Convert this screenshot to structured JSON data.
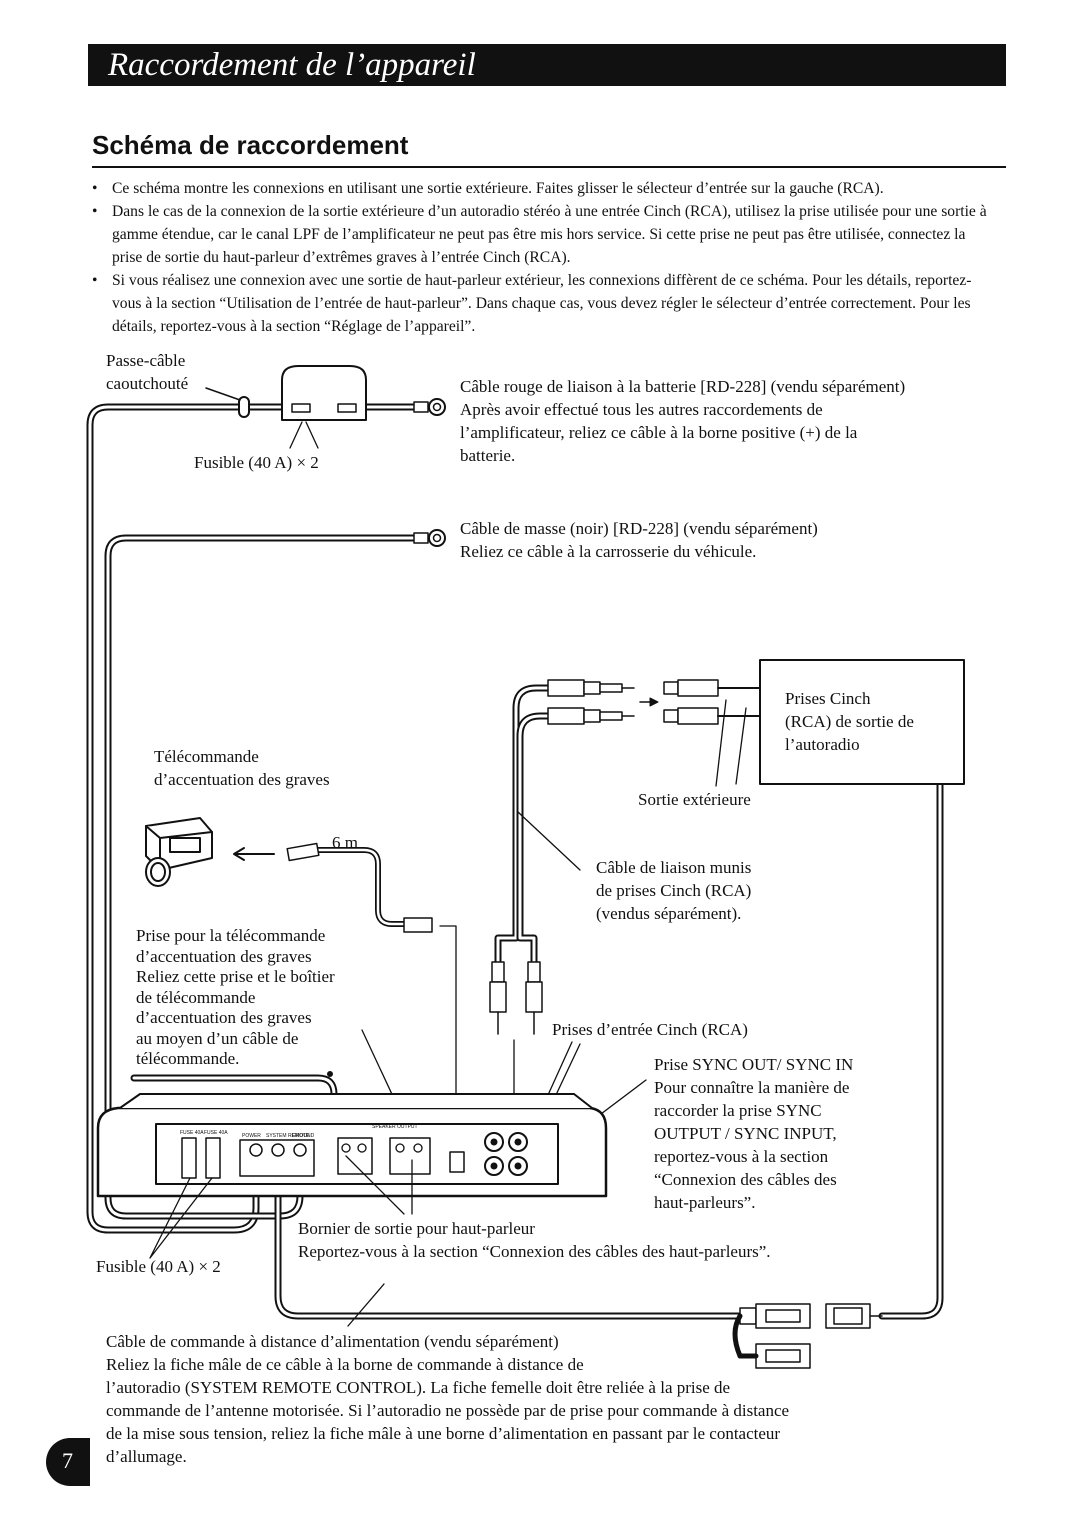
{
  "header": {
    "title": "Raccordement de l’appareil"
  },
  "section": {
    "title": "Schéma de raccordement"
  },
  "bullets": [
    "Ce schéma montre les connexions en utilisant une sortie extérieure. Faites glisser le sélecteur d’entrée sur la gauche (RCA).",
    "Dans le cas de la connexion de la sortie extérieure d’un autoradio stéréo à une entrée Cinch (RCA), utilisez la prise utilisée pour une sortie à gamme étendue, car le canal LPF de l’amplificateur ne peut pas être mis hors service. Si cette prise ne peut pas être utilisée, connectez la prise de sortie du haut-parleur d’extrêmes graves à l’entrée Cinch (RCA).",
    "Si vous réalisez une connexion avec une sortie de haut-parleur extérieur, les connexions diffèrent de ce schéma. Pour les détails, reportez-vous à la section “Utilisation de l’entrée de haut-parleur”. Dans chaque cas, vous devez régler le sélecteur d’entrée correctement. Pour les détails, reportez-vous à la section “Réglage de l’appareil”."
  ],
  "labels": {
    "grommet": [
      "Passe-câble",
      "caoutchouté"
    ],
    "fuse_top": "Fusible (40 A) × 2",
    "battery_cable": [
      "Câble rouge de liaison à la batterie [RD-228] (vendu séparément)",
      "Après avoir effectué tous les autres raccordements de",
      "l’amplificateur, reliez ce câble à la borne positive (+) de la",
      "batterie."
    ],
    "ground_cable": [
      "Câble de masse (noir) [RD-228] (vendu séparément)",
      "Reliez ce câble à la carrosserie du véhicule."
    ],
    "headunit_out": [
      "Prises Cinch",
      "(RCA) de sortie de",
      "l’autoradio"
    ],
    "ext_out": "Sortie extérieure",
    "bass_remote": [
      "Télécommande",
      "d’accentuation des graves"
    ],
    "length": "6 m",
    "rca_cable": [
      "Câble de liaison munis",
      "de prises Cinch (RCA)",
      "(vendus séparément)."
    ],
    "remote_jack": [
      "Prise pour la télécommande",
      "d’accentuation des graves",
      "Reliez cette prise et le boîtier",
      "de télécommande",
      "d’accentuation des graves",
      "au moyen d’un câble de",
      "télécommande."
    ],
    "rca_input": "Prises d’entrée Cinch (RCA)",
    "sync": [
      "Prise SYNC OUT/ SYNC IN",
      "Pour connaître la manière de",
      "raccorder la prise SYNC",
      "OUTPUT / SYNC INPUT,",
      "reportez-vous à la section",
      "“Connexion des câbles des",
      "haut-parleurs”."
    ],
    "speaker_terminal": [
      "Bornier de sortie pour haut-parleur",
      "Reportez-vous à la section “Connexion des câbles des haut-parleurs”."
    ],
    "fuse_bottom": "Fusible (40 A) × 2",
    "remote_power": [
      "Câble de commande à distance d’alimentation (vendu séparément)",
      "Reliez la fiche mâle de ce câble à la borne de commande à distance de",
      "l’autoradio (SYSTEM REMOTE CONTROL). La fiche femelle doit être reliée à la prise de",
      "commande de l’antenne motorisée. Si l’autoradio ne possède par de prise pour commande à distance",
      "de la mise sous tension, reliez la fiche mâle à une borne d’alimentation en passant par le contacteur",
      "d’allumage."
    ]
  },
  "amp_panel": {
    "fuse1": "FUSE 40A",
    "fuse2": "FUSE 40A",
    "power": "POWER",
    "system_remote": "SYSTEM REMOTE",
    "ground": "GROUND",
    "speaker_output": "SPEAKER OUTPUT"
  },
  "page": {
    "number": "7"
  }
}
